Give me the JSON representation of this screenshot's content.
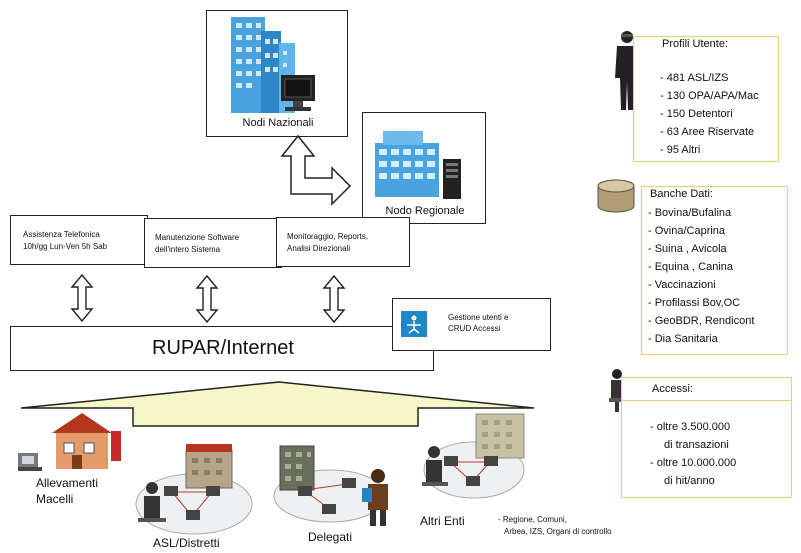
{
  "nodes": {
    "nazionali": "Nodi Nazionali",
    "regionale": "Nodo Regionale"
  },
  "services": [
    {
      "lines": [
        "Assistenza Telefonica",
        "10h/gg Lun-Ven 5h Sab"
      ]
    },
    {
      "lines": [
        "Manutenzione Software",
        "dell'intero Sistema"
      ]
    },
    {
      "lines": [
        "Monitoraggio, Reports,",
        "Analisi Direzionali"
      ]
    }
  ],
  "network": {
    "label": "RUPAR/Internet",
    "access_lines": [
      "Gestione utenti e",
      "CRUD Accessi"
    ]
  },
  "actors": {
    "allevamenti": [
      "Allevamenti",
      "Macelli"
    ],
    "asl": "ASL/Distretti",
    "delegati": "Delegati",
    "altri": "Altri Enti",
    "altri_note": [
      "- Regione, Comuni,",
      "Arbea, IZS, Organi di controllo"
    ]
  },
  "profili": {
    "title": "Profili Utente:",
    "items": [
      "- 481 ASL/IZS",
      "- 130 OPA/APA/Mac",
      "- 150 Detentori",
      "- 63   Aree Riservate",
      "- 95   Altri"
    ]
  },
  "banche": {
    "title": "Banche Dati:",
    "items": [
      "- Bovina/Bufalina",
      "- Ovina/Caprina",
      "- Suina , Avicola",
      "- Equina , Canina",
      "- Vaccinazioni",
      "- Profilassi Bov,OC",
      "- GeoBDR, Rendicont",
      "- Dia Sanitaria"
    ]
  },
  "accessi": {
    "title": "Accessi:",
    "items": [
      "- oltre  3.500.000",
      "di transazioni",
      "- oltre  10.000.000",
      "di hit/anno"
    ]
  },
  "colors": {
    "building_blue": "#4aa3df",
    "panel_border": "#f2c97d",
    "funnel_fill": "#f5f7c8",
    "house_roof": "#b5361f"
  }
}
